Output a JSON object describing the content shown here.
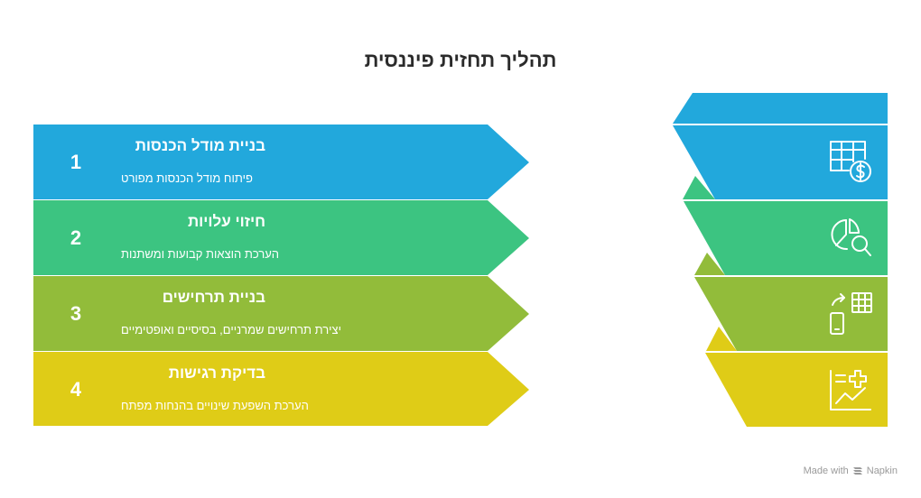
{
  "title": "תהליך תחזית פיננסית",
  "steps": [
    {
      "number": "1",
      "title": "בניית מודל הכנסות",
      "description": "פיתוח מודל הכנסות מפורט",
      "color": "#22a8dc",
      "icon": "spreadsheet-dollar-icon"
    },
    {
      "number": "2",
      "title": "חיזוי עלויות",
      "description": "הערכת הוצאות קבועות ומשתנות",
      "color": "#3cc481",
      "icon": "pie-chart-magnifier-icon"
    },
    {
      "number": "3",
      "title": "בניית תרחישים",
      "description": "יצירת תרחישים שמרניים, בסיסיים ואופטימיים",
      "color": "#92bc3a",
      "icon": "phone-sync-table-icon"
    },
    {
      "number": "4",
      "title": "בדיקת רגישות",
      "description": "הערכת השפעת שינויים בהנחות מפתח",
      "color": "#dfcc17",
      "icon": "chart-plus-icon"
    }
  ],
  "footer": {
    "text": "Made with",
    "brand": "Napkin"
  }
}
